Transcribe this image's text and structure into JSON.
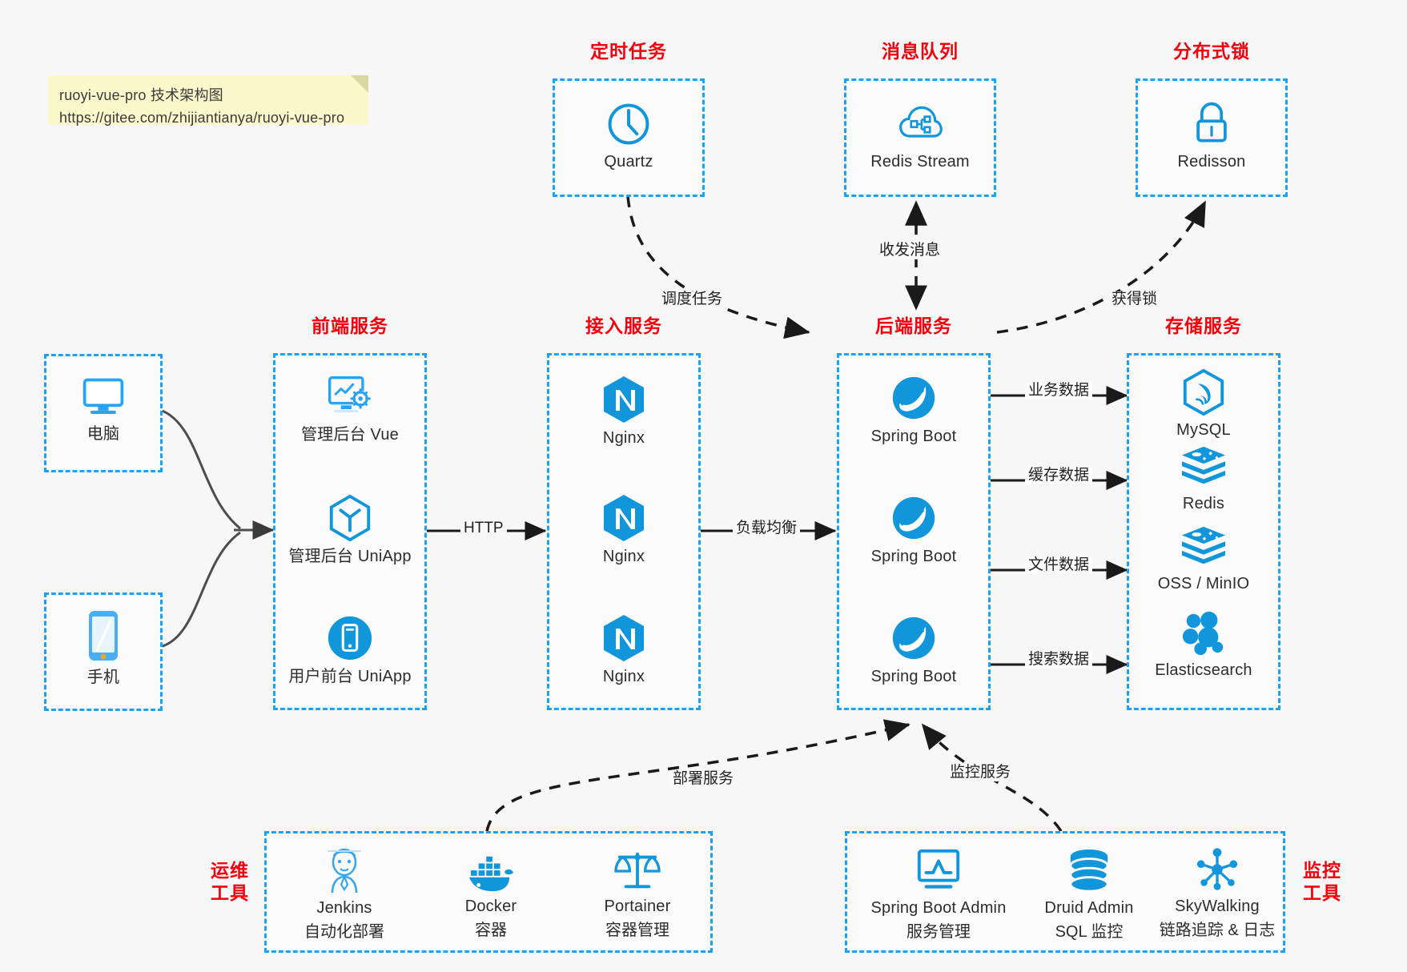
{
  "note": {
    "line1": "ruoyi-vue-pro 技术架构图",
    "line2": "https://gitee.com/zhijiantianya/ruoyi-vue-pro"
  },
  "colors": {
    "accent": "#1da1f2",
    "group_title": "#f4000d",
    "icon": "#1296db",
    "text": "#2d2d2d",
    "note_bg": "#fbf8cc",
    "canvas": "#f7f7f7"
  },
  "groups": {
    "scheduled_task": {
      "title": "定时任务"
    },
    "message_queue": {
      "title": "消息队列"
    },
    "distributed_lock": {
      "title": "分布式锁"
    },
    "frontend": {
      "title": "前端服务"
    },
    "gateway": {
      "title": "接入服务"
    },
    "backend": {
      "title": "后端服务"
    },
    "storage": {
      "title": "存储服务"
    },
    "devops": {
      "title": "运维\n工具",
      "line1": "运维",
      "line2": "工具"
    },
    "monitor": {
      "title": "监控\n工具",
      "line1": "监控",
      "line2": "工具"
    }
  },
  "nodes": {
    "quartz": {
      "label": "Quartz",
      "icon": "clock-icon"
    },
    "redis_stream": {
      "label": "Redis Stream",
      "icon": "cloud-node-icon"
    },
    "redisson": {
      "label": "Redisson",
      "icon": "lock-icon"
    },
    "computer": {
      "label": "电脑",
      "icon": "desktop-monitor-icon"
    },
    "phone": {
      "label": "手机",
      "icon": "smartphone-icon"
    },
    "admin_vue": {
      "label": "管理后台 Vue",
      "icon": "dashboard-screen-icon"
    },
    "admin_uniapp": {
      "label": "管理后台 UniApp",
      "icon": "hexagon-cube-icon"
    },
    "user_uniapp": {
      "label": "用户前台 UniApp",
      "icon": "mobile-circle-icon"
    },
    "nginx1": {
      "label": "Nginx",
      "icon": "nginx-icon"
    },
    "nginx2": {
      "label": "Nginx",
      "icon": "nginx-icon"
    },
    "nginx3": {
      "label": "Nginx",
      "icon": "nginx-icon"
    },
    "springboot1": {
      "label": "Spring Boot",
      "icon": "spring-leaf-icon"
    },
    "springboot2": {
      "label": "Spring Boot",
      "icon": "spring-leaf-icon"
    },
    "springboot3": {
      "label": "Spring Boot",
      "icon": "spring-leaf-icon"
    },
    "mysql": {
      "label": "MySQL",
      "icon": "mysql-dolphin-icon"
    },
    "redis": {
      "label": "Redis",
      "icon": "redis-stack-icon"
    },
    "oss_minio": {
      "label": "OSS / MinIO",
      "icon": "redis-stack-icon"
    },
    "elasticsearch": {
      "label": "Elasticsearch",
      "icon": "elasticsearch-icon"
    },
    "jenkins": {
      "label": "Jenkins",
      "sub": "自动化部署",
      "icon": "jenkins-butler-icon"
    },
    "docker": {
      "label": "Docker",
      "sub": "容器",
      "icon": "docker-whale-icon"
    },
    "portainer": {
      "label": "Portainer",
      "sub": "容器管理",
      "icon": "scales-icon"
    },
    "sba": {
      "label": "Spring Boot Admin",
      "sub": "服务管理",
      "icon": "monitor-chart-icon"
    },
    "druid": {
      "label": "Druid Admin",
      "sub": "SQL 监控",
      "icon": "database-icon"
    },
    "skywalking": {
      "label": "SkyWalking",
      "sub": "链路追踪 & 日志",
      "icon": "network-nodes-icon"
    }
  },
  "edges": {
    "http": "HTTP",
    "load_balance": "负载均衡",
    "schedule_task": "调度任务",
    "send_receive": "收发消息",
    "acquire_lock": "获得锁",
    "business_data": "业务数据",
    "cache_data": "缓存数据",
    "file_data": "文件数据",
    "search_data": "搜索数据",
    "deploy_service": "部署服务",
    "monitor_service": "监控服务"
  }
}
